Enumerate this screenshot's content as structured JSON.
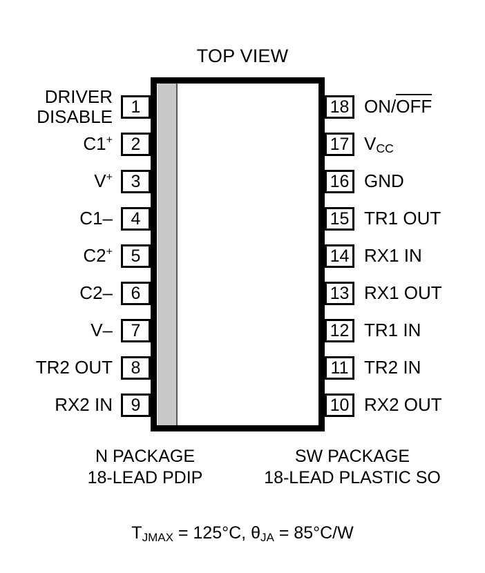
{
  "diagram": {
    "title": "TOP VIEW",
    "body": {
      "notch_color": "#c8c8c8",
      "outline_color": "#000000"
    },
    "left_pins": [
      {
        "number": "1",
        "label_line1": "DRIVER",
        "label_line2": "DISABLE"
      },
      {
        "number": "2",
        "label_base": "C1",
        "label_sup": "+"
      },
      {
        "number": "3",
        "label_base": "V",
        "label_sup": "+"
      },
      {
        "number": "4",
        "label": "C1–"
      },
      {
        "number": "5",
        "label_base": "C2",
        "label_sup": "+"
      },
      {
        "number": "6",
        "label": "C2–"
      },
      {
        "number": "7",
        "label": "V–"
      },
      {
        "number": "8",
        "label": "TR2 OUT"
      },
      {
        "number": "9",
        "label": "RX2 IN"
      }
    ],
    "right_pins": [
      {
        "number": "18",
        "label_pre": "ON/",
        "label_overline": "OFF"
      },
      {
        "number": "17",
        "label_base": "V",
        "label_sub": "CC"
      },
      {
        "number": "16",
        "label": "GND"
      },
      {
        "number": "15",
        "label": "TR1 OUT"
      },
      {
        "number": "14",
        "label": "RX1 IN"
      },
      {
        "number": "13",
        "label": "RX1 OUT"
      },
      {
        "number": "12",
        "label": "TR1 IN"
      },
      {
        "number": "11",
        "label": "TR2 IN"
      },
      {
        "number": "10",
        "label": "RX2 OUT"
      }
    ],
    "packages": {
      "left": {
        "name": "N PACKAGE",
        "description": "18-LEAD PDIP"
      },
      "right": {
        "name": "SW PACKAGE",
        "description": "18-LEAD PLASTIC SO"
      }
    },
    "thermal": {
      "tjmax_symbol": "T",
      "tjmax_sub": "JMAX",
      "tjmax_value": " = 125°C, ",
      "theta_symbol": "θ",
      "theta_sub": "JA",
      "theta_value": " = 85°C/W"
    }
  }
}
